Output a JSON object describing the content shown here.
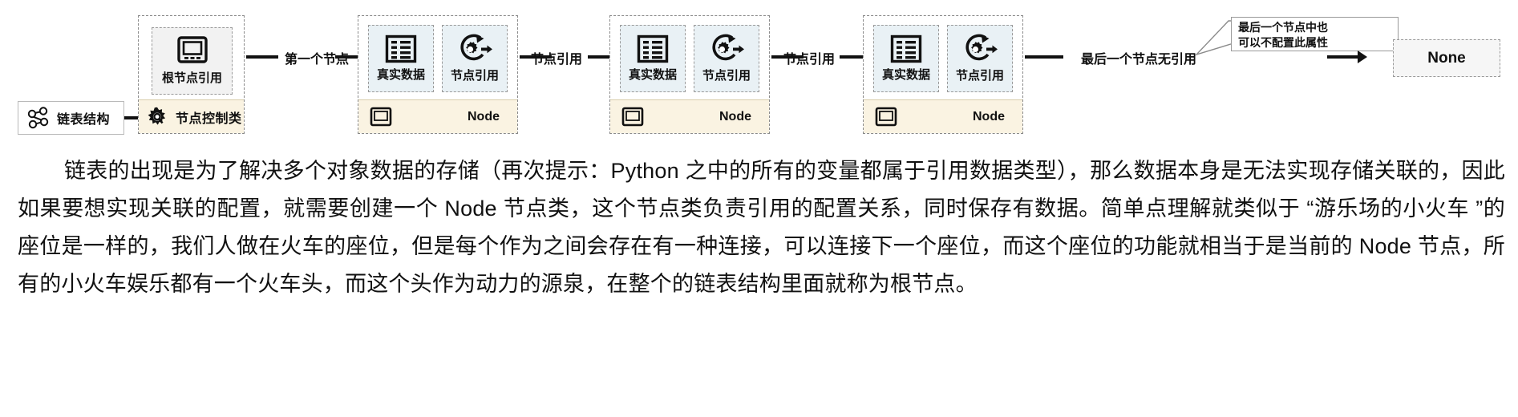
{
  "diagram": {
    "start": {
      "label": "链表结构",
      "icon": "graph-nodes-icon"
    },
    "root_card": {
      "slot_label": "根节点引用",
      "slot_icon": "monitor-icon",
      "footer_label": "节点控制类",
      "footer_icon": "gear-icon"
    },
    "nodes": [
      {
        "data_slot_label": "真实数据",
        "data_slot_icon": "list-table-icon",
        "ref_slot_label": "节点引用",
        "ref_slot_icon": "gear-arrow-icon",
        "footer_label": "Node",
        "footer_icon": "monitor-small-icon"
      },
      {
        "data_slot_label": "真实数据",
        "data_slot_icon": "list-table-icon",
        "ref_slot_label": "节点引用",
        "ref_slot_icon": "gear-arrow-icon",
        "footer_label": "Node",
        "footer_icon": "monitor-small-icon"
      },
      {
        "data_slot_label": "真实数据",
        "data_slot_icon": "list-table-icon",
        "ref_slot_label": "节点引用",
        "ref_slot_icon": "gear-arrow-icon",
        "footer_label": "Node",
        "footer_icon": "monitor-small-icon"
      }
    ],
    "arrow_labels": {
      "first_node": "第一个节点",
      "node_ref_1": "节点引用",
      "node_ref_2": "节点引用",
      "last_no_ref": "最后一个节点无引用"
    },
    "callout": {
      "line1": "最后一个节点中也",
      "line2": "可以不配置此属性"
    },
    "terminal": {
      "label": "None"
    },
    "colors": {
      "node_footer_bg": "#faf3e2",
      "node_slot_bg": "#e9f1f5",
      "root_slot_bg": "#f2f2f2",
      "stroke": "#111111"
    }
  },
  "body": {
    "paragraph": "链表的出现是为了解决多个对象数据的存储（再次提示：Python 之中的所有的变量都属于引用数据类型），那么数据本身是无法实现存储关联的，因此如果要想实现关联的配置，就需要创建一个 Node 节点类，这个节点类负责引用的配置关系，同时保存有数据。简单点理解就类似于 “游乐场的小火车 ”的座位是一样的，我们人做在火车的座位，但是每个作为之间会存在有一种连接，可以连接下一个座位，而这个座位的功能就相当于是当前的 Node 节点，所有的小火车娱乐都有一个火车头，而这个头作为动力的源泉，在整个的链表结构里面就称为根节点。"
  }
}
